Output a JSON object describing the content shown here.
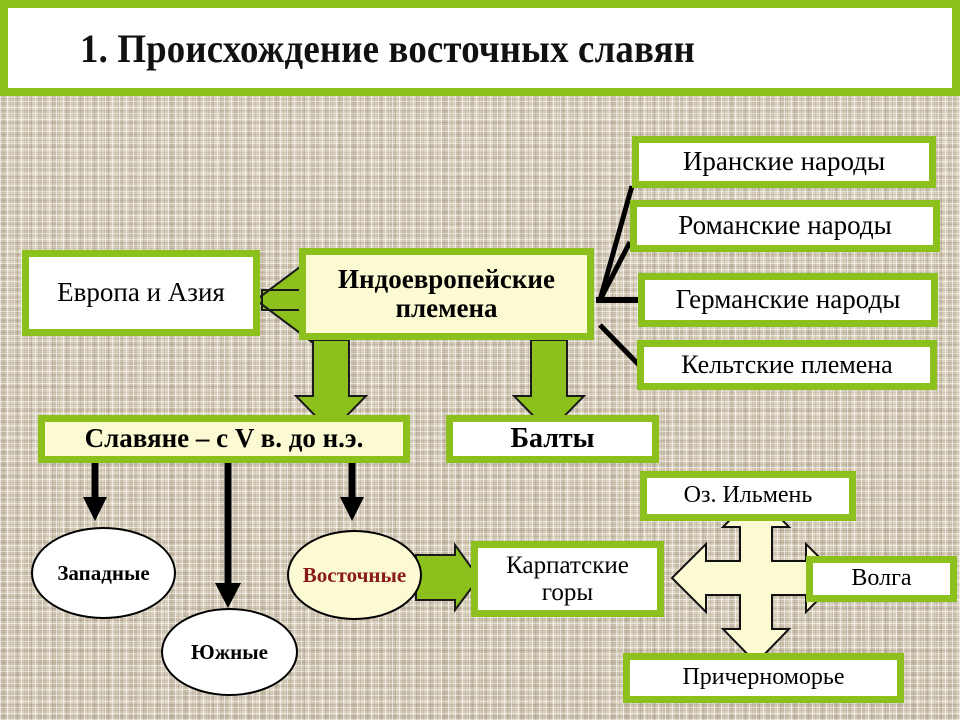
{
  "slide": {
    "title": "1. Происхождение восточных славян",
    "background": "#d7cdba",
    "accent_green": "#8cc01c",
    "cream": "#fbfad2",
    "highlight_text_color": "#8b1a1a"
  },
  "diagram": {
    "type": "hierarchy",
    "root": {
      "label": "Индоевропейские племена"
    },
    "region": {
      "label": "Европа и Азия"
    },
    "peoples": [
      {
        "label": "Иранские народы"
      },
      {
        "label": "Романские народы"
      },
      {
        "label": "Германские народы"
      },
      {
        "label": "Кельтские племена"
      }
    ],
    "branches": [
      {
        "label": "Славяне – с V в. до н.э."
      },
      {
        "label": "Балты"
      }
    ],
    "slavic_groups": [
      {
        "label": "Западные",
        "highlight": false
      },
      {
        "label": "Южные",
        "highlight": false
      },
      {
        "label": "Восточные",
        "highlight": true
      }
    ],
    "territories": [
      {
        "label": "Карпатские горы"
      },
      {
        "label": "Оз. Ильмень"
      },
      {
        "label": "Волга"
      },
      {
        "label": "Причерноморье"
      }
    ]
  }
}
